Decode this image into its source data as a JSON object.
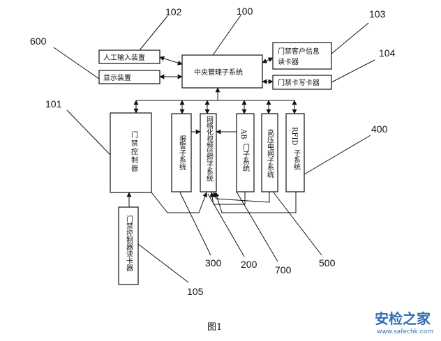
{
  "numbers": {
    "n100": "100",
    "n101": "101",
    "n102": "102",
    "n103": "103",
    "n104": "104",
    "n105": "105",
    "n200": "200",
    "n300": "300",
    "n400": "400",
    "n500": "500",
    "n600": "600",
    "n700": "700"
  },
  "blocks": {
    "manual_input": "人工输入装置",
    "display": "显示装置",
    "central": "中央管理子系统",
    "card_reader_info_line1": "门禁客户信息",
    "card_reader_info_line2": "读卡器",
    "card_writer": "门禁卡写卡器",
    "access_controller": "门禁控制器",
    "alarm": "报警子系统",
    "video": "网络化视频监控子系统",
    "ab_door_prefix": "AB",
    "ab_door_suffix": "门子系统",
    "hv_fence": "高压电网子系统",
    "rfid_prefix": "RFID",
    "rfid_suffix": "子系统",
    "controller_reader": "门禁控制器读卡器"
  },
  "caption": "图1",
  "watermark": {
    "main": "安检之家",
    "url": "www.safechk.com"
  }
}
